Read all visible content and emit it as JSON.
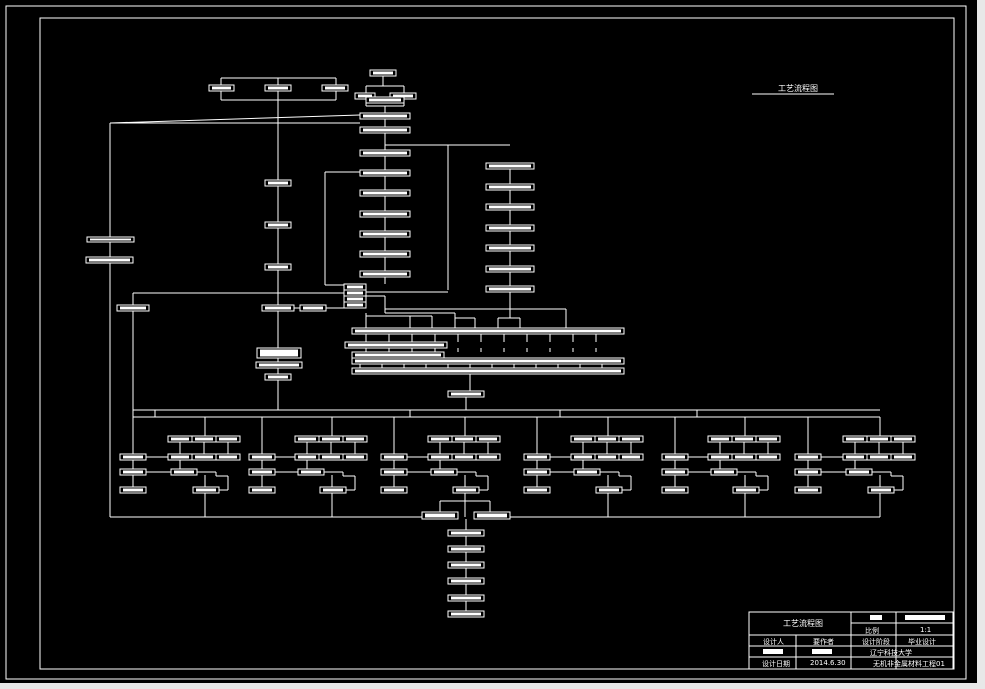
{
  "drawing": {
    "title": "工艺流程图"
  },
  "title_block": {
    "title": "工艺流程图",
    "scale_label": "比例",
    "scale_value": "1:1",
    "designer_label": "设计人",
    "designer_name": "要作者",
    "design_stage_label": "设计阶段",
    "design_stage_value": "毕业设计",
    "school": "辽宁科技大学",
    "date_label": "设计日期",
    "date_value": "2014.6.30",
    "project": "无机非金属材料工程01"
  },
  "colors": {
    "background": "#000000",
    "lines": "#ffffff"
  }
}
